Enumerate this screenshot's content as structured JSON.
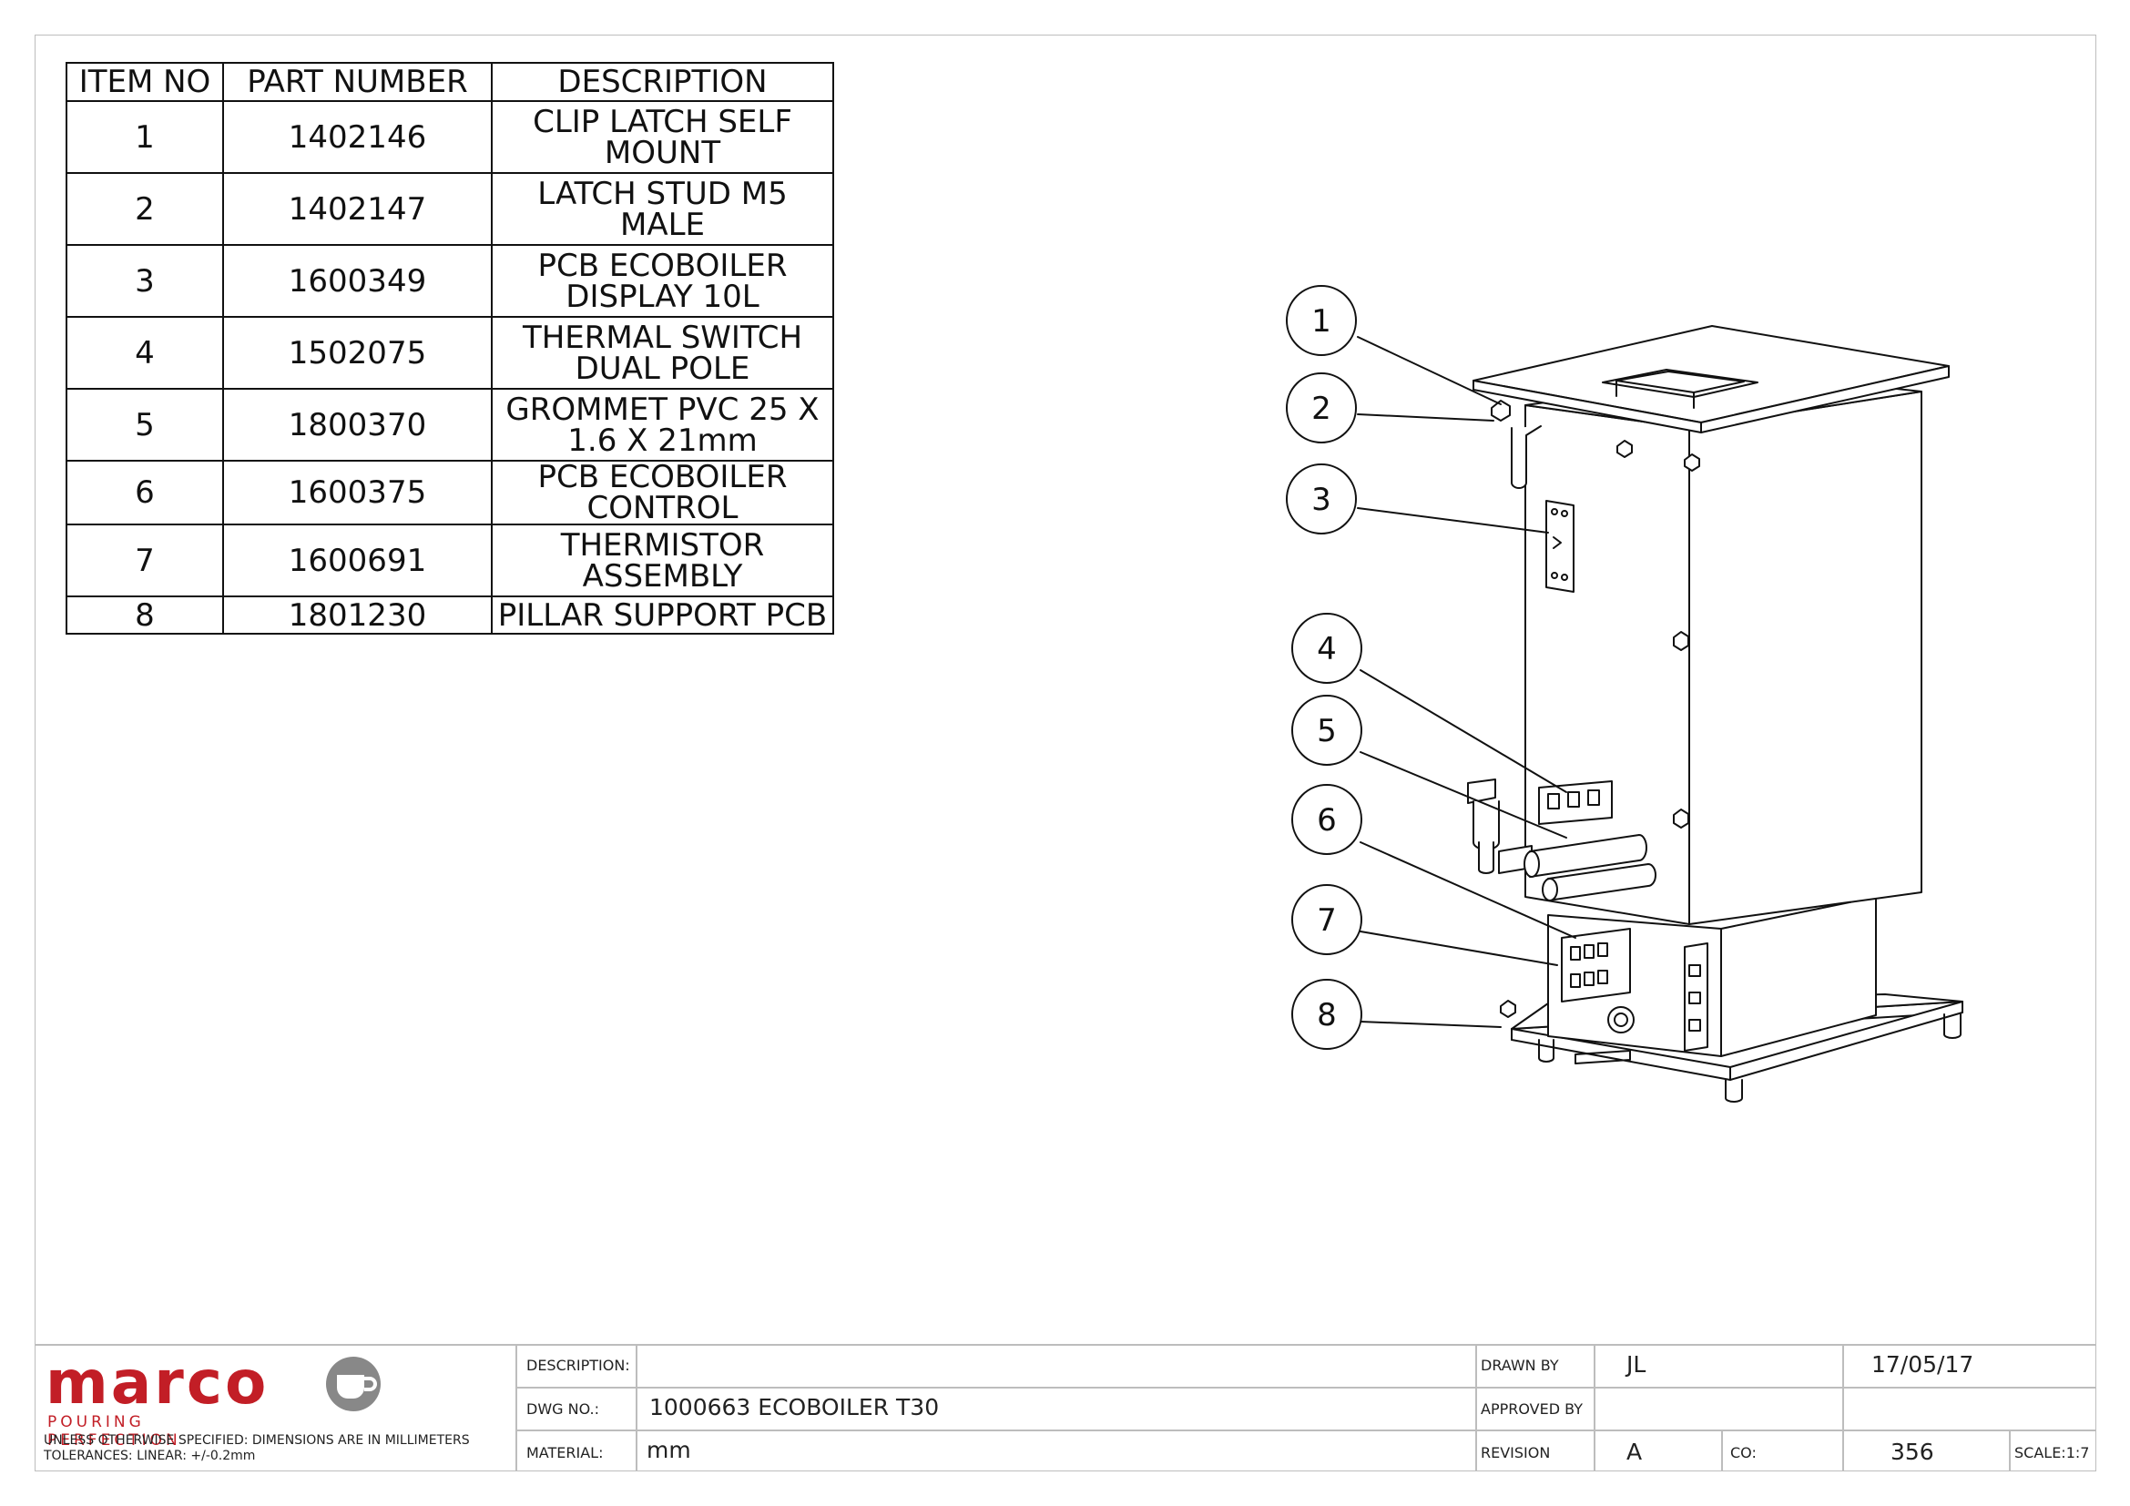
{
  "bom": {
    "headers": [
      "ITEM NO",
      "PART NUMBER",
      "DESCRIPTION"
    ],
    "rows": [
      {
        "item": "1",
        "part": "1402146",
        "desc1": "CLIP LATCH SELF",
        "desc2": "MOUNT"
      },
      {
        "item": "2",
        "part": "1402147",
        "desc1": "LATCH STUD M5",
        "desc2": "MALE"
      },
      {
        "item": "3",
        "part": "1600349",
        "desc1": "PCB ECOBOILER",
        "desc2": "DISPLAY 10L"
      },
      {
        "item": "4",
        "part": "1502075",
        "desc1": "THERMAL SWITCH",
        "desc2": "DUAL POLE"
      },
      {
        "item": "5",
        "part": "1800370",
        "desc1": "GROMMET PVC 25 X",
        "desc2": "1.6 X 21mm"
      },
      {
        "item": "6",
        "part": "1600375",
        "desc1": "PCB ECOBOILER",
        "desc2": "CONTROL"
      },
      {
        "item": "7",
        "part": "1600691",
        "desc1": "THERMISTOR",
        "desc2": "ASSEMBLY"
      },
      {
        "item": "8",
        "part": "1801230",
        "desc1": "PILLAR SUPPORT PCB",
        "desc2": ""
      }
    ]
  },
  "balloons": [
    "1",
    "2",
    "3",
    "4",
    "5",
    "6",
    "7",
    "8"
  ],
  "title_block": {
    "logo": "marco",
    "tagline": "POURING PERFECTION",
    "notes_line1": "UNLESS OTHERWISE SPECIFIED: DIMENSIONS ARE IN MILLIMETERS",
    "notes_line2": "TOLERANCES: LINEAR: +/-0.2mm",
    "description_label": "DESCRIPTION:",
    "description_value": "",
    "dwg_label": "DWG NO.:",
    "dwg_value": "1000663 ECOBOILER T30",
    "material_label": "MATERIAL:",
    "material_value": "mm",
    "drawn_by_label": "DRAWN BY",
    "drawn_by_value": "JL",
    "date": "17/05/17",
    "approved_by_label": "APPROVED BY",
    "revision_label": "REVISION",
    "revision_value": "A",
    "co_label": "CO:",
    "co_value": "356",
    "scale": "SCALE:1:7"
  },
  "colors": {
    "brand": "#c21e26",
    "line": "#111111",
    "border": "#bdbdbd"
  }
}
